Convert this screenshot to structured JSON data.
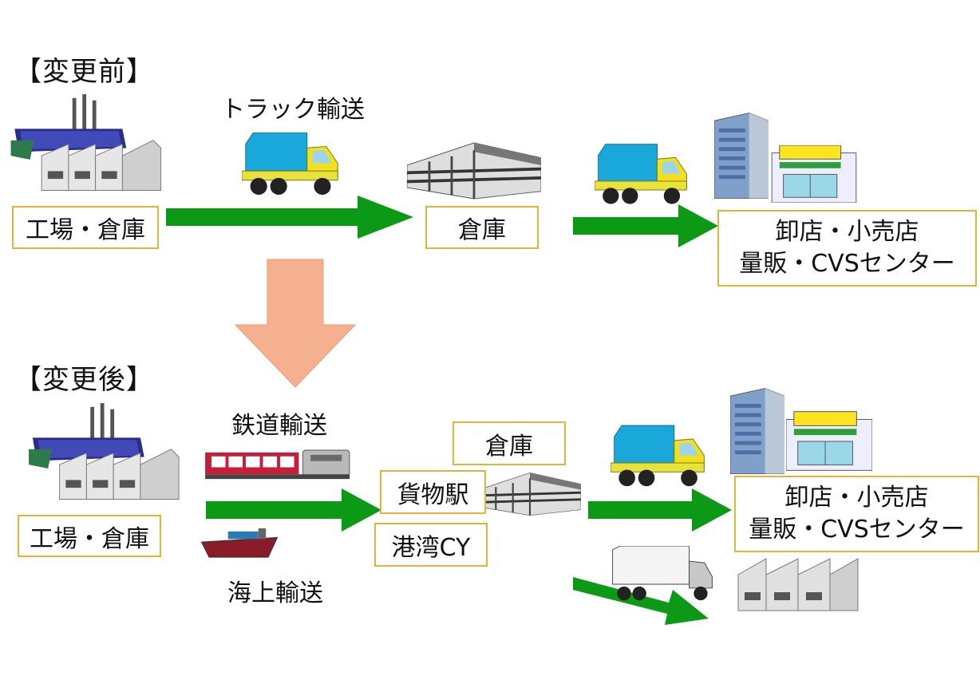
{
  "before": {
    "heading": "【変更前】",
    "origin": "工場・倉庫",
    "transport": "トラック輸送",
    "warehouse": "倉庫",
    "destination": [
      "卸店・小売店",
      "量販・CVSセンター"
    ]
  },
  "after": {
    "heading": "【変更後】",
    "origin": "工場・倉庫",
    "rail": "鉄道輸送",
    "sea": "海上輸送",
    "warehouse": "倉庫",
    "freight_station": "貨物駅",
    "port": "港湾CY",
    "destination": [
      "卸店・小売店",
      "量販・CVSセンター"
    ]
  },
  "colors": {
    "flow_arrow": "#0c9a16",
    "change_arrow": "#f5b08f",
    "box_border": "#e3b43a"
  },
  "icons": [
    "factory-icon",
    "truck-icon",
    "warehouse-icon",
    "office-building-icon",
    "convenience-store-icon",
    "train-icon",
    "ship-icon",
    "trailer-truck-icon"
  ]
}
